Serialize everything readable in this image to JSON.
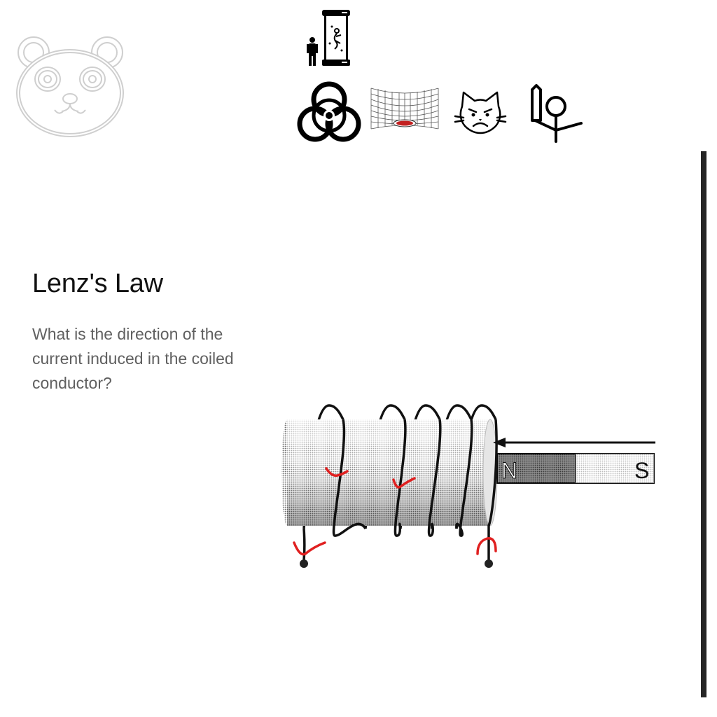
{
  "header": {
    "logo_icon": "panda-outline-icon",
    "top_icons": [
      "stasis-tube-icon",
      "biohazard-icon",
      "gravity-well-icon",
      "angry-cat-icon",
      "stick-figure-sword-icon"
    ]
  },
  "main": {
    "title": "Lenz's Law",
    "question": "What is the direction of the current induced in the coiled conductor?"
  },
  "diagram": {
    "magnet_north_label": "N",
    "magnet_south_label": "S",
    "coil_turns": 5,
    "magnet_motion": "toward coil",
    "annotation_color": "#e02020"
  },
  "colors": {
    "scrollbar": "#262626",
    "title_text": "#111111",
    "question_text": "#606060"
  }
}
